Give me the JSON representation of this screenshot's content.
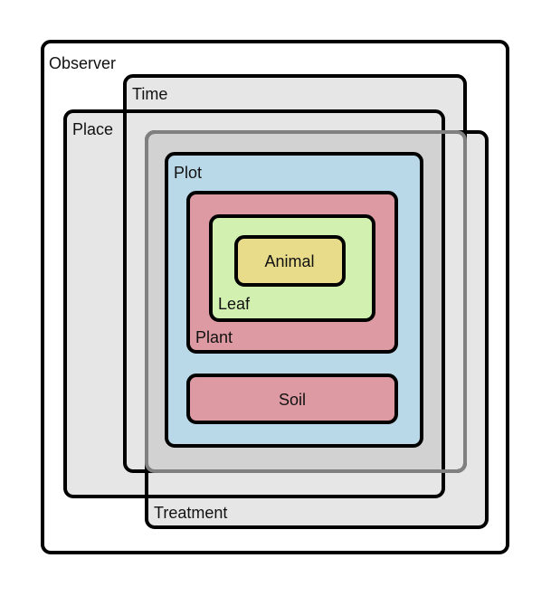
{
  "diagram": {
    "boxes": {
      "observer": {
        "label": "Observer",
        "fill": "#ffffff"
      },
      "time": {
        "label": "Time",
        "fill": "#e6e6e6"
      },
      "place": {
        "label": "Place",
        "fill": "#e6e6e6"
      },
      "treatment": {
        "label": "Treatment",
        "fill": "#e6e6e6"
      },
      "plot": {
        "label": "Plot",
        "fill": "#b9d8e8"
      },
      "plant": {
        "label": "Plant",
        "fill": "#de9aa2"
      },
      "leaf": {
        "label": "Leaf",
        "fill": "#d2f0b0"
      },
      "animal": {
        "label": "Animal",
        "fill": "#e8dc8a"
      },
      "soil": {
        "label": "Soil",
        "fill": "#de9aa2"
      }
    },
    "colors": {
      "overlap": "#d2d2d2",
      "stroke": "#000000",
      "treatment_stroke": "#808080"
    }
  }
}
